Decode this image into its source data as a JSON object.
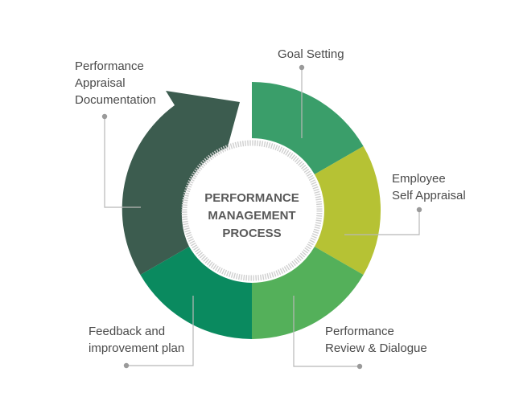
{
  "center": {
    "lines": [
      "PERFORMANCE",
      "MANAGEMENT",
      "PROCESS"
    ]
  },
  "stages": [
    {
      "id": "goal-setting",
      "lines": [
        "Goal Setting"
      ],
      "color": "#3a9e6a"
    },
    {
      "id": "employee-self-appraisal",
      "lines": [
        "Employee",
        "Self Appraisal"
      ],
      "color": "#b6c234"
    },
    {
      "id": "performance-review",
      "lines": [
        "Performance",
        "Review & Dialogue"
      ],
      "color": "#54b05a"
    },
    {
      "id": "feedback-improvement",
      "lines": [
        "Feedback and",
        "improvement plan"
      ],
      "color": "#0a8a5f"
    },
    {
      "id": "appraisal-documentation",
      "lines": [
        "Performance",
        "Appraisal",
        "Documentation"
      ],
      "color": "#3c5c4f"
    }
  ],
  "colors": {
    "text": "#4a4a4a",
    "center_text": "#595959",
    "connector": "#b8b8b8",
    "dot": "#9a9a9a",
    "inner_ring": "#cfcfcf"
  }
}
